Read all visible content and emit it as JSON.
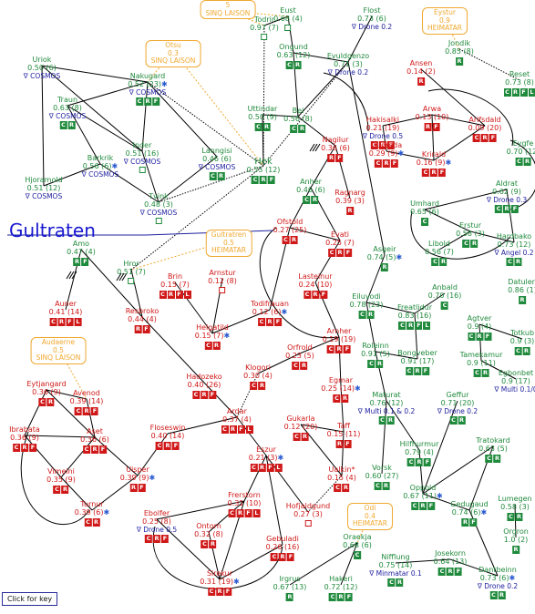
{
  "area_label": "Gultraten",
  "key_button": "Click for key",
  "colors": {
    "green": "#1f8a3c",
    "red": "#d01818",
    "blue": "#2020a0",
    "orange": "#f0a830",
    "hub": "#1f8a3c"
  },
  "regions": [
    {
      "id": "r-siniq-top",
      "lines": [
        "5",
        "SINQ LAISON"
      ]
    },
    {
      "id": "r-otsu",
      "lines": [
        "Otsu",
        "0.3",
        "SINQ LAISON"
      ]
    },
    {
      "id": "r-eystur",
      "lines": [
        "Eystur",
        "0.9",
        "HEIMATAR"
      ]
    },
    {
      "id": "r-gultratren",
      "lines": [
        "Gultratren",
        "0.5",
        "HEIMATAR"
      ]
    },
    {
      "id": "r-audaerne",
      "lines": [
        "Audaerne",
        "0.5",
        "SINQ LAISON"
      ]
    },
    {
      "id": "r-oddi",
      "lines": [
        "Odi",
        "0.4",
        "HEIMATAR"
      ]
    }
  ],
  "nodes": [
    {
      "id": "eust",
      "name": "Eust",
      "value": "0.68 (4)",
      "color": "green",
      "tags": [
        "□"
      ]
    },
    {
      "id": "todrir",
      "name": "Todrir",
      "value": "0.97 (7)",
      "color": "green",
      "tags": [
        "□"
      ]
    },
    {
      "id": "flost",
      "name": "Flost",
      "value": "0.73 (6)",
      "color": "green",
      "sub": "∇ Drone 0.2"
    },
    {
      "id": "ongund",
      "name": "Ongund",
      "value": "0.63 (12)",
      "color": "green",
      "tags": [
        "C",
        "R"
      ]
    },
    {
      "id": "evuldgenzo",
      "name": "Evuldgenzo",
      "value": "0.71 (3)",
      "color": "green",
      "sub": "∇ Drone 0.2"
    },
    {
      "id": "jondik",
      "name": "Jondik",
      "value": "0.85 (8)",
      "color": "green",
      "tags": [
        "R"
      ]
    },
    {
      "id": "uriok",
      "name": "Uriok",
      "value": "0.50 (6)",
      "color": "green",
      "sub": "∇ COSMOS"
    },
    {
      "id": "nakugard",
      "name": "Nakugard",
      "value": "0.52 (23)",
      "color": "green",
      "star": true,
      "sub": "∇ COSMOS",
      "tags": [
        "C",
        "R",
        "F"
      ]
    },
    {
      "id": "reset",
      "name": "Reset",
      "value": "0.73 (8)",
      "color": "green",
      "tags": [
        "C",
        "R",
        "F",
        "L"
      ]
    },
    {
      "id": "traun",
      "name": "Traun",
      "value": "0.63 (8)",
      "color": "green",
      "sub": "∇ COSMOS",
      "tags": [
        "C",
        "R"
      ]
    },
    {
      "id": "ansen",
      "name": "Ansen",
      "value": "0.14 (2)",
      "color": "red",
      "tags": [
        "R"
      ]
    },
    {
      "id": "uttindar",
      "name": "Uttindar",
      "value": "0.50 (9)",
      "color": "green",
      "tags": [
        "C",
        "R"
      ]
    },
    {
      "id": "bei",
      "name": "Bei",
      "value": "0.56 (8)",
      "color": "green",
      "tags": [
        "C",
        "R"
      ]
    },
    {
      "id": "hakisalki",
      "name": "Hakisalki",
      "value": "0.21 (19)",
      "color": "red",
      "sub": "∇ Drone 0.5",
      "tags": [
        "C",
        "R",
        "F"
      ]
    },
    {
      "id": "arwa",
      "name": "Arwa",
      "value": "0.13 (10)",
      "color": "red",
      "tags": [
        "R",
        "F"
      ]
    },
    {
      "id": "arifsdald",
      "name": "Arifsdald",
      "value": "0.09 (20)",
      "color": "red",
      "tags": [
        "C",
        "R",
        "F"
      ]
    },
    {
      "id": "eygfe",
      "name": "Eygfe",
      "value": "0.70 (12)",
      "color": "green",
      "tags": [
        "C",
        "R"
      ]
    },
    {
      "id": "inder",
      "name": "Inder",
      "value": "0.51 (16)",
      "color": "green",
      "sub": "∇ COSMOS",
      "tags": [
        "□"
      ]
    },
    {
      "id": "lanngisi",
      "name": "Lanngisi",
      "value": "0.46 (6)",
      "color": "green",
      "sub": "∇ COSMOS",
      "tags": [
        "C",
        "R"
      ]
    },
    {
      "id": "hek",
      "name": "Hek",
      "value": "0.55 (12)",
      "color": "green",
      "hub": true,
      "tags": [
        "C",
        "R",
        "F"
      ]
    },
    {
      "id": "nagilur",
      "name": "Nagilur",
      "value": "0.36 (6)",
      "color": "red",
      "tags": [
        "R",
        "F"
      ]
    },
    {
      "id": "dudreda",
      "name": "Dudreda",
      "value": "0.29 (9)",
      "color": "red",
      "star": true,
      "tags": [
        "C",
        "R",
        "F"
      ]
    },
    {
      "id": "krirald",
      "name": "Krirald",
      "value": "0.16 (9)",
      "color": "red",
      "star": true,
      "tags": [
        "C",
        "R",
        "F"
      ]
    },
    {
      "id": "barkrik",
      "name": "Barkrik",
      "value": "0.56 (6)",
      "color": "green",
      "star": true,
      "sub": "∇ COSMOS"
    },
    {
      "id": "hjoramold",
      "name": "Hjoramold",
      "value": "0.51 (12)",
      "color": "green",
      "sub": "∇ COSMOS"
    },
    {
      "id": "tvink",
      "name": "Tvink",
      "value": "0.48 (3)",
      "color": "green",
      "sub": "∇ COSMOS",
      "tags": [
        "□"
      ]
    },
    {
      "id": "anher",
      "name": "Anher",
      "value": "0.46 (6)",
      "color": "green",
      "tags": [
        "C",
        "R"
      ]
    },
    {
      "id": "ragnarg",
      "name": "Ragnarg",
      "value": "0.39 (3)",
      "color": "red",
      "tags": [
        "R"
      ]
    },
    {
      "id": "aldrat",
      "name": "Aldrat",
      "value": "0.62 (9)",
      "color": "green",
      "sub": "∇ Drone 0.3",
      "tags": [
        "C",
        "R",
        "F"
      ]
    },
    {
      "id": "umhard",
      "name": "Umhard",
      "value": "0.65 (6)",
      "color": "green",
      "tags": [
        "C"
      ]
    },
    {
      "id": "erstur",
      "name": "Erstur",
      "value": "0.58 (3)",
      "color": "green",
      "tags": [
        "C",
        "R"
      ]
    },
    {
      "id": "hardbako",
      "name": "Hardbako",
      "value": "0.73 (12)",
      "color": "green",
      "sub": "∇ Angel 0.2",
      "tags": [
        "C",
        "R"
      ]
    },
    {
      "id": "ofstold",
      "name": "Ofstold",
      "value": "0.27 (25)",
      "color": "red",
      "tags": [
        "C",
        "R"
      ]
    },
    {
      "id": "evati",
      "name": "Evati",
      "value": "0.25 (7)",
      "color": "red",
      "tags": [
        "C",
        "R",
        "F"
      ]
    },
    {
      "id": "libold",
      "name": "Libold",
      "value": "0.56 (7)",
      "color": "green",
      "tags": [
        "C",
        "R"
      ]
    },
    {
      "id": "amo",
      "name": "Amo",
      "value": "0.47 (4)",
      "color": "green",
      "tags": [
        "R",
        "F"
      ]
    },
    {
      "id": "hror",
      "name": "Hror",
      "value": "0.51 (7)",
      "color": "green",
      "tags": [
        "□"
      ]
    },
    {
      "id": "asgeir",
      "name": "Asgeir",
      "value": "0.74 (5)",
      "color": "green",
      "star": true,
      "tags": [
        "R"
      ]
    },
    {
      "id": "brin",
      "name": "Brin",
      "value": "0.15 (7)",
      "color": "red",
      "tags": [
        "C",
        "R",
        "F",
        "L"
      ]
    },
    {
      "id": "arnstur",
      "name": "Arnstur",
      "value": "0.12 (8)",
      "color": "red",
      "tags": [
        "□"
      ]
    },
    {
      "id": "lasteinur",
      "name": "Lasteinur",
      "value": "0.24 (10)",
      "color": "red",
      "tags": [
        "C",
        "R",
        "F"
      ]
    },
    {
      "id": "datulen",
      "name": "Datulen",
      "value": "0.86 (1)",
      "color": "green",
      "tags": [
        "R"
      ]
    },
    {
      "id": "auner",
      "name": "Auner",
      "value": "0.41 (14)",
      "color": "red",
      "tags": [
        "C",
        "R",
        "F",
        "L"
      ]
    },
    {
      "id": "resbroko",
      "name": "Resbroko",
      "value": "0.44 (4)",
      "color": "red",
      "tags": [
        "R",
        "F"
      ]
    },
    {
      "id": "todifrauan",
      "name": "Todifrauan",
      "value": "0.12 (6)",
      "color": "red",
      "star": true,
      "tags": [
        "C",
        "R",
        "F"
      ]
    },
    {
      "id": "eiluvodi",
      "name": "Eiluvodi",
      "value": "0.78 (23)",
      "color": "green",
      "tags": [
        "C",
        "R"
      ]
    },
    {
      "id": "freatlidur",
      "name": "Freatlidur",
      "value": "0.83 (16)",
      "color": "green",
      "tags": [
        "C",
        "R",
        "F",
        "L"
      ]
    },
    {
      "id": "anbald",
      "name": "Anbald",
      "value": "0.70 (16)",
      "color": "green",
      "tags": [
        "C"
      ]
    },
    {
      "id": "agtver",
      "name": "Agtver",
      "value": "0.9 (4)",
      "color": "green",
      "tags": [
        "C",
        "R",
        "F"
      ]
    },
    {
      "id": "totkub",
      "name": "Totkub",
      "value": "0.9 (3)",
      "color": "green",
      "tags": [
        "C",
        "R"
      ]
    },
    {
      "id": "helgatild",
      "name": "Helgatild",
      "value": "0.15 (7)",
      "color": "red",
      "star": true,
      "tags": [
        "C",
        "R"
      ]
    },
    {
      "id": "arnher",
      "name": "Arnher",
      "value": "0.19 (19)",
      "color": "red",
      "tags": [
        "C",
        "R",
        "F"
      ]
    },
    {
      "id": "roleinn",
      "name": "Roleinn",
      "value": "0.91 (5)",
      "color": "green",
      "tags": [
        "C",
        "R"
      ]
    },
    {
      "id": "bongveber",
      "name": "Bongveber",
      "value": "0.91 (17)",
      "color": "green",
      "tags": [
        "C",
        "R",
        "F"
      ]
    },
    {
      "id": "tamekamur",
      "name": "Tamekamur",
      "value": "0.9 (11)",
      "color": "green",
      "tags": [
        "C",
        "R"
      ]
    },
    {
      "id": "egbonbet",
      "name": "Egbonbet",
      "value": "0.9 (17)",
      "color": "green",
      "sub": "∇ Multi 0.1/0"
    },
    {
      "id": "orfrold",
      "name": "Orfrold",
      "value": "0.23 (5)",
      "color": "red",
      "tags": [
        "C",
        "R"
      ]
    },
    {
      "id": "klogori",
      "name": "Klogori",
      "value": "0.30 (4)",
      "color": "red",
      "tags": [
        "C",
        "R"
      ]
    },
    {
      "id": "hadozeko",
      "name": "Hadozeko",
      "value": "0.40 (26)",
      "color": "red",
      "tags": [
        "C",
        "R",
        "F"
      ]
    },
    {
      "id": "egmar",
      "name": "Egmar",
      "value": "0.25 (14)",
      "color": "red",
      "star": true,
      "tags": [
        "C",
        "R"
      ]
    },
    {
      "id": "maturat",
      "name": "Maturat",
      "value": "0.76 (12)",
      "color": "green",
      "sub": "∇ Multi 0.1 & 0.2",
      "tags": [
        "C",
        "R"
      ]
    },
    {
      "id": "geffur",
      "name": "Geffur",
      "value": "0.71 (20)",
      "color": "green",
      "sub": "∇ Drone 0.2",
      "tags": [
        "C",
        "R"
      ]
    },
    {
      "id": "eytjangard",
      "name": "Eytjangard",
      "value": "0.36 (9)",
      "color": "red",
      "tags": [
        "C",
        "R"
      ]
    },
    {
      "id": "avenod",
      "name": "Avenod",
      "value": "0.39 (14)",
      "color": "red",
      "tags": [
        "C",
        "R",
        "F"
      ]
    },
    {
      "id": "ardar",
      "name": "Ardar",
      "value": "0.37 (4)",
      "color": "red",
      "tags": [
        "C",
        "R",
        "F",
        "L"
      ]
    },
    {
      "id": "gukarla",
      "name": "Gukarla",
      "value": "0.12 (20)",
      "color": "red",
      "tags": [
        "C",
        "R"
      ]
    },
    {
      "id": "taff",
      "name": "Taff",
      "value": "0.15 (11)",
      "color": "red",
      "tags": [
        "R",
        "F"
      ]
    },
    {
      "id": "ibrabata",
      "name": "Ibrabata",
      "value": "0.36 (9)",
      "color": "red",
      "tags": [
        "C",
        "R",
        "F"
      ]
    },
    {
      "id": "aset",
      "name": "Aset",
      "value": "0.36 (6)",
      "color": "red",
      "tags": [
        "C",
        "R",
        "F"
      ]
    },
    {
      "id": "floseswin",
      "name": "Floseswin",
      "value": "0.40 (14)",
      "color": "red",
      "tags": [
        "C",
        "R",
        "F"
      ]
    },
    {
      "id": "hilfhurmur",
      "name": "Hilfhurmur",
      "value": "0.79 (4)",
      "color": "green",
      "tags": [
        "C",
        "R",
        "F"
      ]
    },
    {
      "id": "tratokard",
      "name": "Tratokard",
      "value": "0.63 (5)",
      "color": "green",
      "tags": [
        "C",
        "R"
      ]
    },
    {
      "id": "eszur",
      "name": "Eszur",
      "value": "0.21 (3)",
      "color": "red",
      "star": true,
      "tags": [
        "C",
        "R",
        "F",
        "L"
      ]
    },
    {
      "id": "ualkin",
      "name": "Ualkin*",
      "value": "0.15 (4)",
      "color": "red",
      "tags": [
        "C",
        "R"
      ]
    },
    {
      "id": "vimeini",
      "name": "Vimeini",
      "value": "0.35 (9)",
      "color": "red",
      "tags": [
        "C",
        "R"
      ]
    },
    {
      "id": "uisper",
      "name": "Uisper",
      "value": "0.39 (9)",
      "color": "red",
      "star": true,
      "tags": [
        "R",
        "F"
      ]
    },
    {
      "id": "vorsk",
      "name": "Vorsk",
      "value": "0.60 (27)",
      "color": "green",
      "tags": [
        "C",
        "R"
      ]
    },
    {
      "id": "oppold",
      "name": "Oppold",
      "value": "0.67 (11)",
      "color": "green",
      "star": true,
      "tags": [
        "C",
        "R",
        "F"
      ]
    },
    {
      "id": "frerstorn",
      "name": "Frerstorn",
      "value": "0.31 (10)",
      "color": "red",
      "tags": [
        "C",
        "R",
        "F",
        "L"
      ]
    },
    {
      "id": "hofjaldgund",
      "name": "Hofjaldgund",
      "value": "0.27 (3)",
      "color": "red",
      "tags": [
        "□"
      ]
    },
    {
      "id": "lumegen",
      "name": "Lumegen",
      "value": "0.58 (3)",
      "color": "green",
      "tags": [
        "C",
        "R"
      ]
    },
    {
      "id": "turnur",
      "name": "Turnur",
      "value": "0.39 (6)",
      "color": "red",
      "star": true,
      "tags": [
        "C",
        "R"
      ]
    },
    {
      "id": "gedugaud",
      "name": "Gedugaud",
      "value": "0.74 (6)",
      "color": "green",
      "star": true,
      "tags": [
        "R",
        "F"
      ]
    },
    {
      "id": "ebolfer",
      "name": "Ebolfer",
      "value": "0.25 (8)",
      "color": "red",
      "sub": "∇ Drone 0.5",
      "tags": [
        "C",
        "R",
        "F"
      ]
    },
    {
      "id": "ontorn",
      "name": "Ontorn",
      "value": "0.32 (8)",
      "color": "red",
      "tags": [
        "C",
        "R"
      ]
    },
    {
      "id": "gebuladi",
      "name": "Gebuladi",
      "value": "0.26 (16)",
      "color": "red",
      "tags": [
        "C",
        "R",
        "F"
      ]
    },
    {
      "id": "oraekja",
      "name": "Oraekja",
      "value": "0.68 (6)",
      "color": "green",
      "tags": [
        "C"
      ]
    },
    {
      "id": "orgron",
      "name": "Orgron",
      "value": "1.0 (2)",
      "color": "green",
      "tags": [
        "R"
      ]
    },
    {
      "id": "nifflung",
      "name": "Nifflung",
      "value": "0.75 (14)",
      "color": "green",
      "sub": "∇ Minmatar 0.1",
      "tags": [
        "C",
        "R"
      ]
    },
    {
      "id": "josekorn",
      "name": "Josekorn",
      "value": "0.64 (13)",
      "color": "green",
      "tags": [
        "C",
        "R",
        "F"
      ]
    },
    {
      "id": "dantbeinn",
      "name": "Dantbeinn",
      "value": "0.73 (6)",
      "color": "green",
      "star": true,
      "sub": "∇ Drone 0.2",
      "tags": [
        "C",
        "R"
      ]
    },
    {
      "id": "sirekur",
      "name": "Sirekur",
      "value": "0.31 (19)",
      "color": "red",
      "star": true,
      "tags": [
        "C",
        "R",
        "F"
      ]
    },
    {
      "id": "irgrus",
      "name": "Irgrus",
      "value": "0.67 (13)",
      "color": "green",
      "tags": [
        "R"
      ]
    },
    {
      "id": "hakeri",
      "name": "Hakeri",
      "value": "0.72 (12)",
      "color": "green",
      "tags": [
        "C",
        "R",
        "F"
      ]
    }
  ]
}
